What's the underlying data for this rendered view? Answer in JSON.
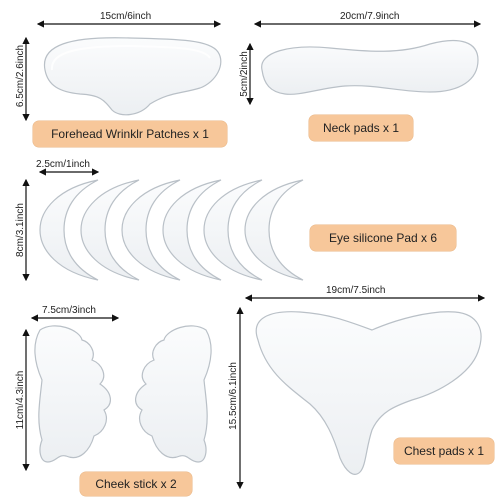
{
  "products": {
    "forehead": {
      "label": "Forehead Wrinklr Patches x 1",
      "width_dim": "15cm/6inch",
      "height_dim": "6.5cm/2.6inch"
    },
    "neck": {
      "label": "Neck pads x 1",
      "width_dim": "20cm/7.9inch",
      "height_dim": "5cm/2inch"
    },
    "eye": {
      "label": "Eye silicone Pad x 6",
      "width_dim": "2.5cm/1inch",
      "height_dim": "8cm/3.1inch",
      "count": 6
    },
    "cheek": {
      "label": "Cheek stick x 2",
      "width_dim": "7.5cm/3inch",
      "height_dim": "11cm/4.3inch"
    },
    "chest": {
      "label": "Chest pads x 1",
      "width_dim": "19cm/7.5inch",
      "height_dim": "15.5cm/6.1inch"
    }
  },
  "colors": {
    "label_bg": "#f7c79a",
    "pad_fill": "#f4f6f8",
    "pad_edge": "#b9c0c7",
    "arrow": "#111111"
  }
}
